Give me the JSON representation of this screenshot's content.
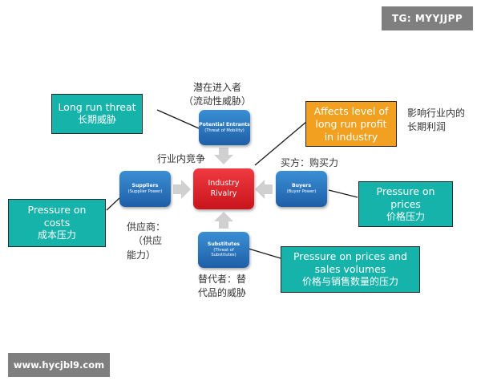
{
  "watermarks": {
    "top_right": "TG: MYYJJPP",
    "bottom_left": "www.hycjbl9.com"
  },
  "nodes": {
    "entrants": {
      "title": "Potential Entrants",
      "sub": "(Threat of Mobility)"
    },
    "suppliers": {
      "title": "Suppliers",
      "sub": "(Supplier Power)"
    },
    "rivalry": {
      "line1": "Industry",
      "line2": "Rivalry"
    },
    "buyers": {
      "title": "Buyers",
      "sub": "(Buyer Power)"
    },
    "substitutes": {
      "title": "Substitutes",
      "sub": "(Threat of Substitutes)"
    }
  },
  "callouts": {
    "long_run": {
      "en": "Long run threat",
      "zh": "长期威胁"
    },
    "affects": {
      "en1": "Affects level of",
      "en2": "long run profit",
      "en3": "in industry"
    },
    "costs": {
      "en1": "Pressure on",
      "en2": "costs",
      "zh": "成本压力"
    },
    "prices": {
      "en1": "Pressure on",
      "en2": "prices",
      "zh": "价格压力"
    },
    "volumes": {
      "en1": "Pressure on prices and",
      "en2": "sales volumes",
      "zh": "价格与销售数量的压力"
    }
  },
  "labels": {
    "entrants_zh1": "潜在进入者",
    "entrants_zh2": "（流动性威胁）",
    "rivalry_zh": "行业内竞争",
    "profit_zh1": "影响行业内的",
    "profit_zh2": "长期利润",
    "buyers_zh": "买方：购买力",
    "suppliers_zh1": "供应商：",
    "suppliers_zh2": "（供应",
    "suppliers_zh3": "能力）",
    "substitutes_zh1": "替代者：替",
    "substitutes_zh2": "代品的威胁"
  },
  "colors": {
    "node_blue": "#2a78c4",
    "node_red": "#e0222a",
    "callout_teal": "#16b3ab",
    "callout_orange": "#f2a020",
    "arrow_gray": "#d0d0d0",
    "connector": "#1a1a1a"
  }
}
